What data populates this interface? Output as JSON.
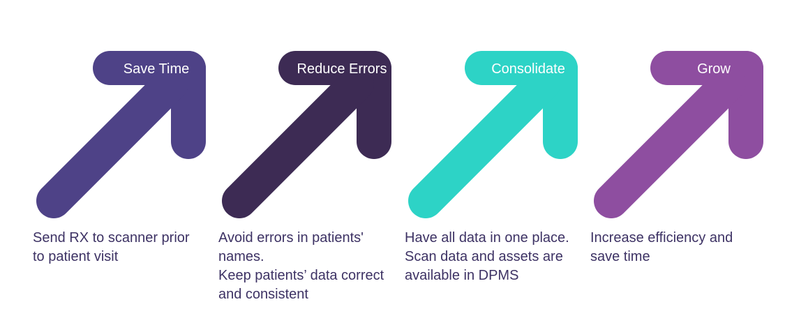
{
  "canvas": {
    "background": "#ffffff",
    "description_text_color": "#3d3264",
    "label_text_color": "#ffffff"
  },
  "steps": [
    {
      "label": "Save Time",
      "color": "#4e4287",
      "description": "Send RX to scanner prior\nto patient visit"
    },
    {
      "label": "Reduce Errors",
      "color": "#3d2b54",
      "description": "Avoid errors in patients'\nnames.\nKeep patients’ data correct\nand consistent"
    },
    {
      "label": "Consolidate",
      "color": "#2dd3c6",
      "description": "Have all data in one place.\nScan data and assets are\navailable in DPMS"
    },
    {
      "label": "Grow",
      "color": "#8e4ea0",
      "description": "Increase efficiency and\nsave time"
    }
  ]
}
